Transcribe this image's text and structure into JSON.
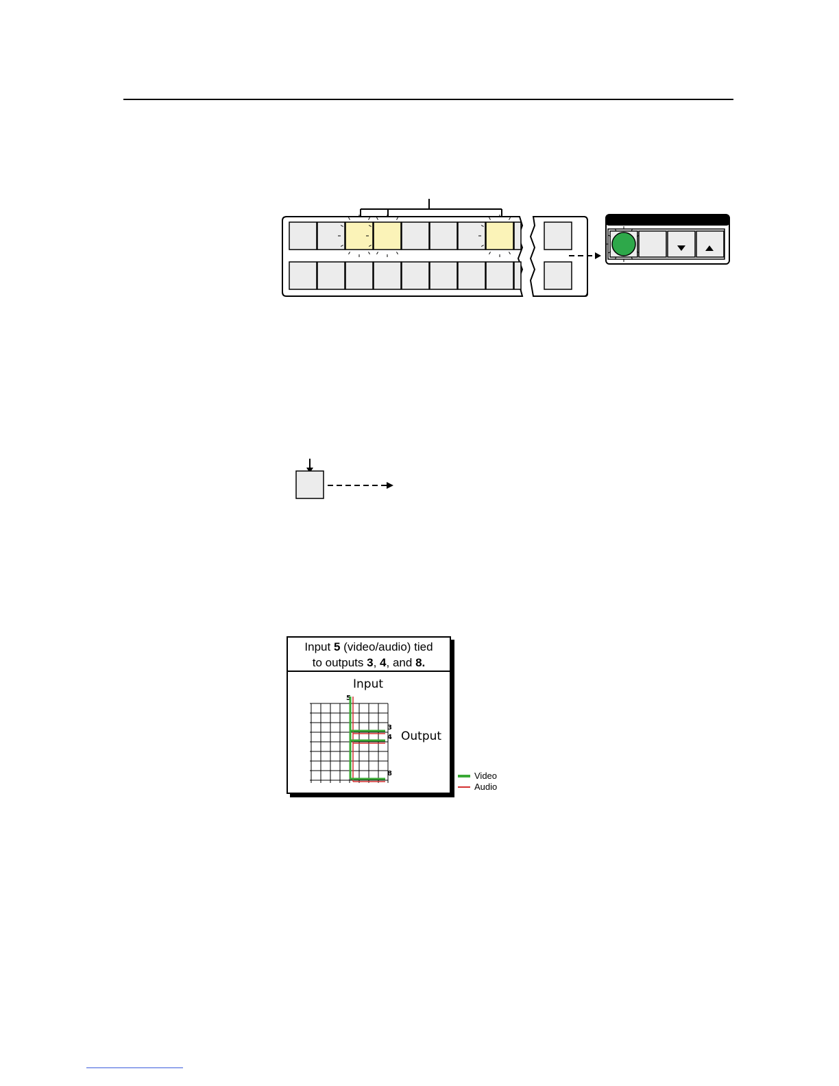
{
  "tie_box": {
    "title_line1_prefix": "Input ",
    "input_number": "5",
    "title_line1_suffix": " (video/audio) tied",
    "title_line2_prefix": "to outputs ",
    "output_a": "3",
    "sep1": ", ",
    "output_b": "4",
    "sep2": ", and ",
    "output_c": "8.",
    "input_label": "Input",
    "output_label": "Output",
    "col_label": "5",
    "row_labels": [
      "3",
      "4",
      "8"
    ]
  },
  "legend": {
    "video_label": "Video",
    "audio_label": "Audio",
    "video_color": "#3aa935",
    "audio_color": "#d32f2f"
  },
  "colors": {
    "lit_button": "#fbf3b8",
    "enter_button": "#2ea84a",
    "button_face": "#ececec"
  }
}
